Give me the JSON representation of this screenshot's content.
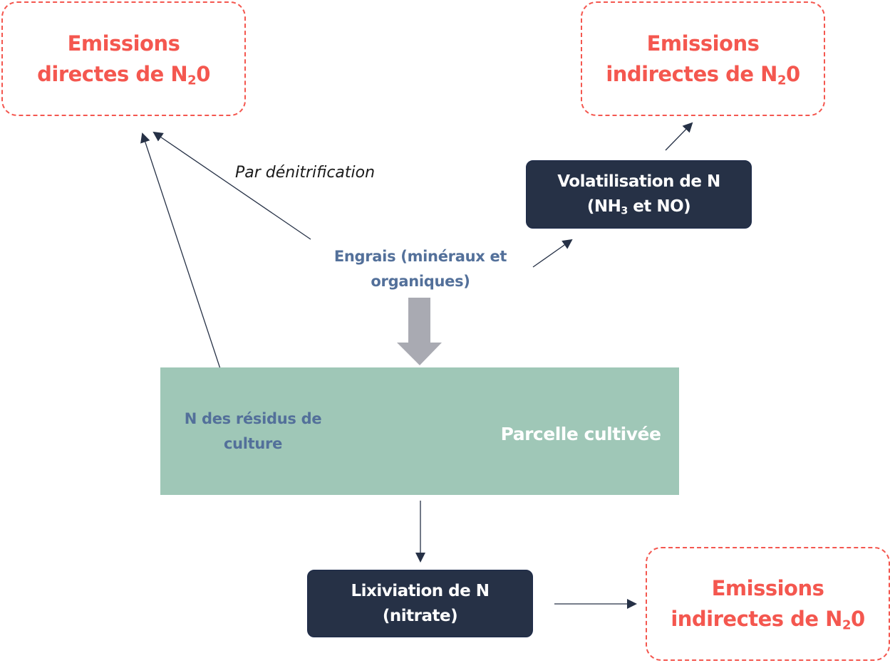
{
  "diagram": {
    "boxes": {
      "direct_emissions": {
        "line1": "Emissions",
        "line2_prefix": "directes de N",
        "line2_sub": "2",
        "line2_suffix": "0"
      },
      "indirect_emissions_top": {
        "line1": "Emissions",
        "line2_prefix": "indirectes de N",
        "line2_sub": "2",
        "line2_suffix": "0"
      },
      "indirect_emissions_bottom": {
        "line1": "Emissions",
        "line2_prefix": "indirectes de N",
        "line2_sub": "2",
        "line2_suffix": "0"
      },
      "volatilisation": {
        "line1": "Volatilisation de N",
        "line2_prefix": "(NH",
        "line2_sub": "3",
        "line2_suffix": " et NO)"
      },
      "lixiviation": {
        "line1": "Lixiviation de N",
        "line2": "(nitrate)"
      }
    },
    "labels": {
      "fertilizers_line1": "Engrais (minéraux et",
      "fertilizers_line2": "organiques)",
      "crop_residues_line1": "N des résidus de",
      "crop_residues_line2": "culture",
      "cultivated_plot": "Parcelle cultivée",
      "denitrification": "Par dénitrification"
    },
    "colors": {
      "emission_red": "#f4574f",
      "process_navy": "#263146",
      "input_blue": "#53709a",
      "field_green": "#9fc7b7",
      "main_arrow_gray": "#a9aab2",
      "arrow_navy": "#263146"
    }
  }
}
